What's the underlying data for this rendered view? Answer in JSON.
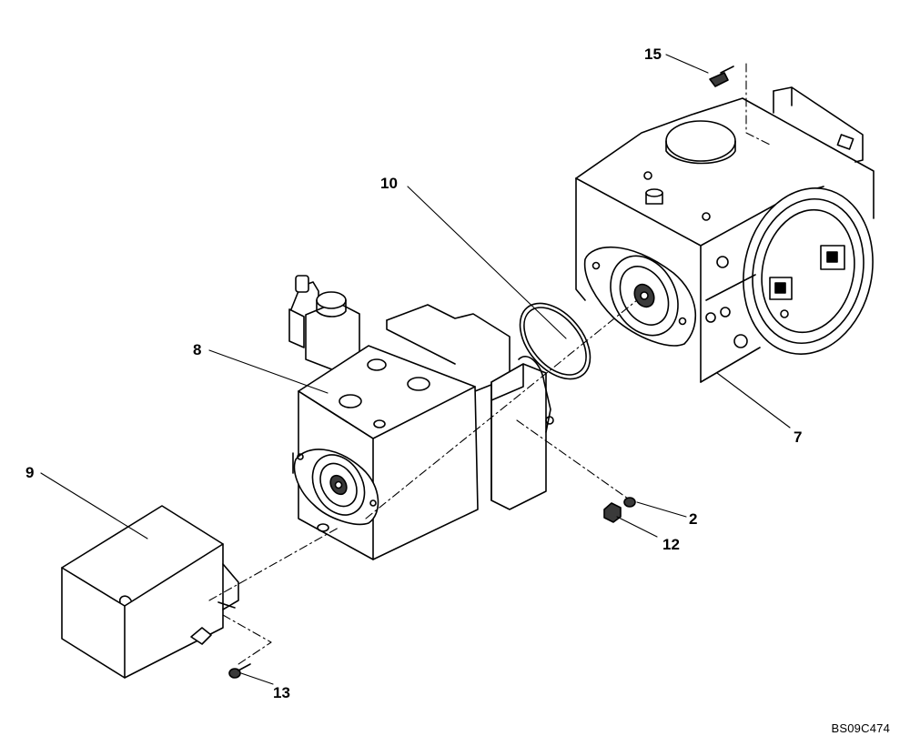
{
  "callouts": {
    "c15": "15",
    "c10": "10",
    "c8": "8",
    "c7": "7",
    "c9": "9",
    "c2": "2",
    "c12": "12",
    "c13": "13"
  },
  "drawing_code": "BS09C474",
  "colors": {
    "ink": "#000000",
    "paper": "#ffffff",
    "shade": "#3a3a3a"
  }
}
